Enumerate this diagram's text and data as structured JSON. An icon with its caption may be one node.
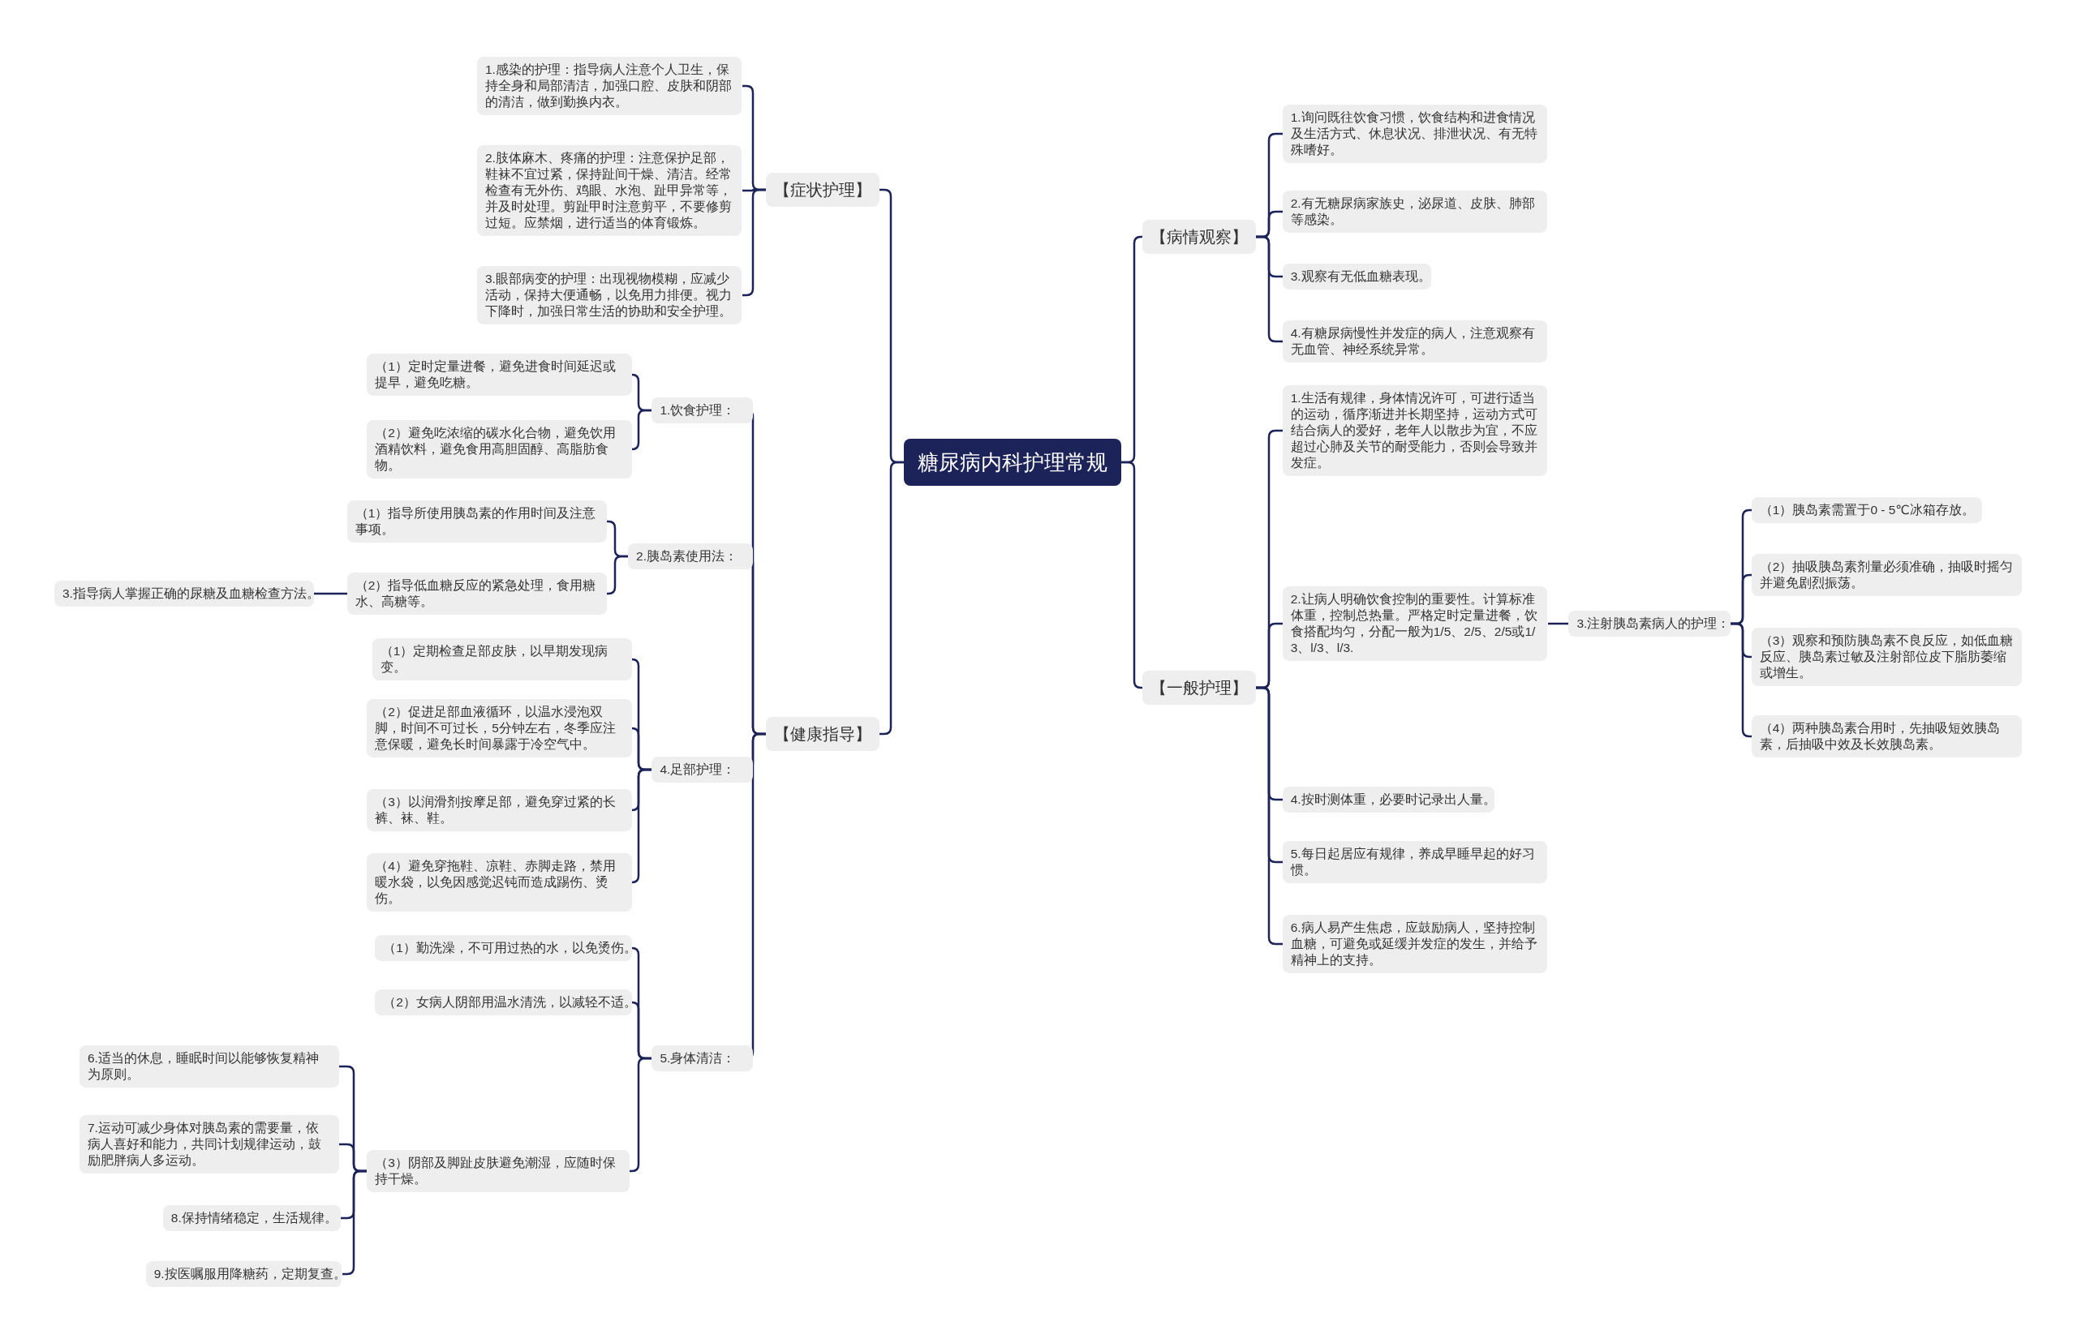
{
  "diagram": {
    "nodes": [
      {
        "text": [
          "糖尿病内科护理常规"
        ]
      },
      {
        "text": [
          "【症状护理】"
        ]
      },
      {
        "text": [
          "1.感染的护理：指导病人注意个人卫生，保持全身和局部清洁，加强口腔、皮肤和阴部的清洁，做到勤换内衣。"
        ]
      },
      {
        "text": [
          "2.肢体麻木、疼痛的护理：注意保护足部，鞋袜不宜过紧，保持趾间干燥、清洁。经常检查有无外伤、鸡眼、水泡、趾甲异常等，并及时处理。剪趾甲时注意剪平，不要修剪过短。应禁烟，进行适当的体育锻炼。"
        ]
      },
      {
        "text": [
          "3.眼部病变的护理：出现视物模糊，应减少活动，保持大便通畅，以免用力排便。视力下降时，加强日常生活的协助和安全护理。"
        ]
      },
      {
        "text": [
          "【健康指导】"
        ]
      },
      {
        "text": [
          "1.饮食护理："
        ]
      },
      {
        "text": [
          "（1）定时定量进餐，避免进食时间延迟或提早，避免吃糖。"
        ]
      },
      {
        "text": [
          "（2）避免吃浓缩的碳水化合物，避免饮用酒精饮料，避免食用高胆固醇、高脂肪食物。"
        ]
      },
      {
        "text": [
          "2.胰岛素使用法："
        ]
      },
      {
        "text": [
          "（1）指导所使用胰岛素的作用时间及注意事项。"
        ]
      },
      {
        "text": [
          "（2）指导低血糖反应的紧急处理，食用糖水、高糖等。"
        ]
      },
      {
        "text": [
          "3.指导病人掌握正确的尿糖及血糖检查方法。"
        ]
      },
      {
        "text": [
          "4.足部护理："
        ]
      },
      {
        "text": [
          "（1）定期检查足部皮肤，以早期发现病变。"
        ]
      },
      {
        "text": [
          "（2）促进足部血液循环，以温水浸泡双脚，时间不可过长，5分钟左右，冬季应注意保暖，避免长时间暴露于冷空气中。"
        ]
      },
      {
        "text": [
          "（3）以润滑剂按摩足部，避免穿过紧的长裤、袜、鞋。"
        ]
      },
      {
        "text": [
          "（4）避免穿拖鞋、凉鞋、赤脚走路，禁用暖水袋，以免因感觉迟钝而造成踢伤、烫伤。"
        ]
      },
      {
        "text": [
          "5.身体清洁："
        ]
      },
      {
        "text": [
          "（1）勤洗澡，不可用过热的水，以免烫伤。"
        ]
      },
      {
        "text": [
          "（2）女病人阴部用温水清洗，以减轻不适。"
        ]
      },
      {
        "text": [
          "（3）阴部及脚趾皮肤避免潮湿，应随时保持干燥。"
        ]
      },
      {
        "text": [
          "6.适当的休息，睡眠时间以能够恢复精神为原则。"
        ]
      },
      {
        "text": [
          "7.运动可减少身体对胰岛素的需要量，依病人喜好和能力，共同计划规律运动，鼓励肥胖病人多运动。"
        ]
      },
      {
        "text": [
          "8.保持情绪稳定，生活规律。"
        ]
      },
      {
        "text": [
          "9.按医嘱服用降糖药，定期复查。"
        ]
      },
      {
        "text": [
          "【病情观察】"
        ]
      },
      {
        "text": [
          "1.询问既往饮食习惯，饮食结构和进食情况及生活方式、休息状况、排泄状况、有无特殊嗜好。"
        ]
      },
      {
        "text": [
          "2.有无糖尿病家族史，泌尿道、皮肤、肺部等感染。"
        ]
      },
      {
        "text": [
          "3.观察有无低血糖表现。"
        ]
      },
      {
        "text": [
          "4.有糖尿病慢性并发症的病人，注意观察有无血管、神经系统异常。"
        ]
      },
      {
        "text": [
          "【一般护理】"
        ]
      },
      {
        "text": [
          "1.生活有规律，身体情况许可，可进行适当的运动，循序渐进并长期坚持，运动方式可结合病人的爱好，老年人以散步为宜，不应超过心肺及关节的耐受能力，否则会导致并发症。"
        ]
      },
      {
        "text": [
          "2.让病人明确饮食控制的重要性。计算标准体重，控制总热量。严格定时定量进餐，饮食搭配均匀，分配一般为1/5、2/5、2/5或1/3、l/3、l/3."
        ]
      },
      {
        "text": [
          "3.注射胰岛素病人的护理："
        ]
      },
      {
        "text": [
          "（1）胰岛素需置于0 - 5℃冰箱存放。"
        ]
      },
      {
        "text": [
          "（2）抽吸胰岛素剂量必须准确，抽吸时摇匀并避免剧烈振荡。"
        ]
      },
      {
        "text": [
          "（3）观察和预防胰岛素不良反应，如低血糖反应、胰岛素过敏及注射部位皮下脂肪萎缩或增生。"
        ]
      },
      {
        "text": [
          "（4）两种胰岛素合用时，先抽吸短效胰岛素，后抽吸中效及长效胰岛素。"
        ]
      },
      {
        "text": [
          "4.按时测体重，必要时记录出人量。"
        ]
      },
      {
        "text": [
          "5.每日起居应有规律，养成早睡早起的好习惯。"
        ]
      },
      {
        "text": [
          "6.病人易产生焦虑，应鼓励病人，坚持控制血糖，可避免或延缓并发症的发生，并给予精神上的支持。"
        ]
      }
    ],
    "edges": [
      {
        "from": 0,
        "to": 1,
        "arrow": "none"
      },
      {
        "from": 1,
        "to": 2,
        "arrow": "none"
      },
      {
        "from": 1,
        "to": 3,
        "arrow": "none"
      },
      {
        "from": 1,
        "to": 4,
        "arrow": "none"
      },
      {
        "from": 0,
        "to": 5,
        "arrow": "none"
      },
      {
        "from": 5,
        "to": 6,
        "arrow": "none"
      },
      {
        "from": 6,
        "to": 7,
        "arrow": "none"
      },
      {
        "from": 6,
        "to": 8,
        "arrow": "none"
      },
      {
        "from": 5,
        "to": 9,
        "arrow": "none"
      },
      {
        "from": 9,
        "to": 10,
        "arrow": "none"
      },
      {
        "from": 9,
        "to": 11,
        "arrow": "none"
      },
      {
        "from": 11,
        "to": 12,
        "arrow": "none"
      },
      {
        "from": 5,
        "to": 13,
        "arrow": "none"
      },
      {
        "from": 13,
        "to": 14,
        "arrow": "none"
      },
      {
        "from": 13,
        "to": 15,
        "arrow": "none"
      },
      {
        "from": 13,
        "to": 16,
        "arrow": "none"
      },
      {
        "from": 13,
        "to": 17,
        "arrow": "none"
      },
      {
        "from": 5,
        "to": 18,
        "arrow": "none"
      },
      {
        "from": 18,
        "to": 19,
        "arrow": "none"
      },
      {
        "from": 18,
        "to": 20,
        "arrow": "none"
      },
      {
        "from": 18,
        "to": 21,
        "arrow": "none"
      },
      {
        "from": 21,
        "to": 22,
        "arrow": "none"
      },
      {
        "from": 21,
        "to": 23,
        "arrow": "none"
      },
      {
        "from": 21,
        "to": 24,
        "arrow": "none"
      },
      {
        "from": 21,
        "to": 25,
        "arrow": "none"
      },
      {
        "from": 0,
        "to": 26,
        "arrow": "none"
      },
      {
        "from": 26,
        "to": 27,
        "arrow": "none"
      },
      {
        "from": 26,
        "to": 28,
        "arrow": "none"
      },
      {
        "from": 26,
        "to": 29,
        "arrow": "none"
      },
      {
        "from": 26,
        "to": 30,
        "arrow": "none"
      },
      {
        "from": 0,
        "to": 31,
        "arrow": "none"
      },
      {
        "from": 31,
        "to": 32,
        "arrow": "none"
      },
      {
        "from": 31,
        "to": 33,
        "arrow": "none"
      },
      {
        "from": 33,
        "to": 34,
        "arrow": "none"
      },
      {
        "from": 34,
        "to": 35,
        "arrow": "none"
      },
      {
        "from": 34,
        "to": 36,
        "arrow": "none"
      },
      {
        "from": 34,
        "to": 37,
        "arrow": "none"
      },
      {
        "from": 34,
        "to": 38,
        "arrow": "none"
      },
      {
        "from": 31,
        "to": 39,
        "arrow": "none"
      },
      {
        "from": 31,
        "to": 40,
        "arrow": "none"
      },
      {
        "from": 31,
        "to": 41,
        "arrow": "none"
      }
    ]
  }
}
